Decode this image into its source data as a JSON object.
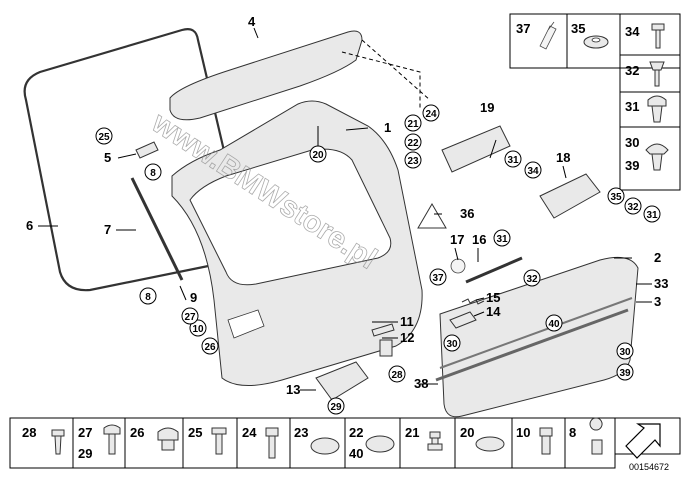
{
  "watermark": "www.BMWstore.pl",
  "catalog_number": "00154672",
  "callouts": [
    {
      "id": "c1",
      "label": "1"
    },
    {
      "id": "c2",
      "label": "2"
    },
    {
      "id": "c3",
      "label": "3"
    },
    {
      "id": "c4",
      "label": "4"
    },
    {
      "id": "c5",
      "label": "5"
    },
    {
      "id": "c6",
      "label": "6"
    },
    {
      "id": "c7",
      "label": "7"
    },
    {
      "id": "c9",
      "label": "9"
    },
    {
      "id": "c11",
      "label": "11"
    },
    {
      "id": "c12",
      "label": "12"
    },
    {
      "id": "c13",
      "label": "13"
    },
    {
      "id": "c14",
      "label": "14"
    },
    {
      "id": "c15",
      "label": "15"
    },
    {
      "id": "c16",
      "label": "16"
    },
    {
      "id": "c17",
      "label": "17"
    },
    {
      "id": "c18",
      "label": "18"
    },
    {
      "id": "c19",
      "label": "19"
    },
    {
      "id": "c33",
      "label": "33"
    },
    {
      "id": "c36",
      "label": "36"
    },
    {
      "id": "c38",
      "label": "38"
    }
  ],
  "circled_callouts": [
    {
      "id": "k8a",
      "label": "8"
    },
    {
      "id": "k8b",
      "label": "8"
    },
    {
      "id": "k10",
      "label": "10"
    },
    {
      "id": "k20",
      "label": "20"
    },
    {
      "id": "k21",
      "label": "21"
    },
    {
      "id": "k22",
      "label": "22"
    },
    {
      "id": "k23",
      "label": "23"
    },
    {
      "id": "k24",
      "label": "24"
    },
    {
      "id": "k25",
      "label": "25"
    },
    {
      "id": "k26",
      "label": "26"
    },
    {
      "id": "k27",
      "label": "27"
    },
    {
      "id": "k28",
      "label": "28"
    },
    {
      "id": "k29",
      "label": "29"
    },
    {
      "id": "k30a",
      "label": "30"
    },
    {
      "id": "k30b",
      "label": "30"
    },
    {
      "id": "k31a",
      "label": "31"
    },
    {
      "id": "k31b",
      "label": "31"
    },
    {
      "id": "k31c",
      "label": "31"
    },
    {
      "id": "k32a",
      "label": "32"
    },
    {
      "id": "k32b",
      "label": "32"
    },
    {
      "id": "k34",
      "label": "34"
    },
    {
      "id": "k35",
      "label": "35"
    },
    {
      "id": "k37",
      "label": "37"
    },
    {
      "id": "k39",
      "label": "39"
    },
    {
      "id": "k40",
      "label": "40"
    }
  ],
  "right_legend": [
    {
      "id": "r37",
      "label": "37"
    },
    {
      "id": "r35",
      "label": "35"
    },
    {
      "id": "r34",
      "label": "34"
    },
    {
      "id": "r32",
      "label": "32"
    },
    {
      "id": "r31",
      "label": "31"
    },
    {
      "id": "r30",
      "label": "30"
    },
    {
      "id": "r39",
      "label": "39"
    }
  ],
  "bottom_legend": [
    {
      "id": "b28",
      "label": "28"
    },
    {
      "id": "b27",
      "label": "27"
    },
    {
      "id": "b29",
      "label": "29"
    },
    {
      "id": "b26",
      "label": "26"
    },
    {
      "id": "b25",
      "label": "25"
    },
    {
      "id": "b24",
      "label": "24"
    },
    {
      "id": "b23",
      "label": "23"
    },
    {
      "id": "b22",
      "label": "22"
    },
    {
      "id": "b40",
      "label": "40"
    },
    {
      "id": "b21",
      "label": "21"
    },
    {
      "id": "b20",
      "label": "20"
    },
    {
      "id": "b10",
      "label": "10"
    },
    {
      "id": "b8",
      "label": "8"
    }
  ]
}
